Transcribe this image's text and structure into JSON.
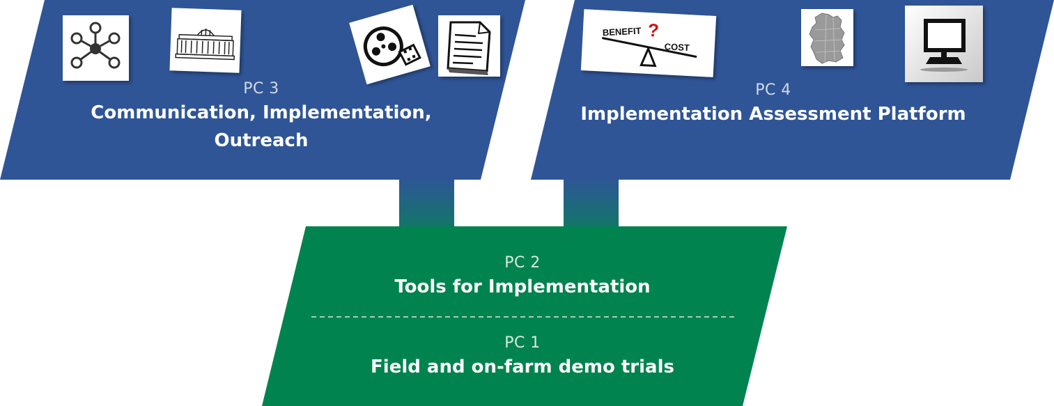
{
  "pc3": {
    "code": "PC 3",
    "title_line1": "Communication, Implementation,",
    "title_line2": "Outreach"
  },
  "pc4": {
    "code": "PC 4",
    "title": "Implementation Assessment Platform"
  },
  "pc2": {
    "code": "PC 2",
    "title": "Tools for Implementation"
  },
  "pc1": {
    "code": "PC 1",
    "title": "Field and on-farm demo trials"
  },
  "benefit_cost": {
    "left": "BENEFIT",
    "mark": "?",
    "right": "COST"
  },
  "colors": {
    "blue": "#2f5597",
    "green": "#00834f",
    "connector": "#1f6f82"
  },
  "icons": [
    "network-icon",
    "parliament-building-icon",
    "film-reel-icon",
    "document-icon",
    "benefit-cost-scale-icon",
    "germany-map-icon",
    "computer-monitor-icon"
  ]
}
